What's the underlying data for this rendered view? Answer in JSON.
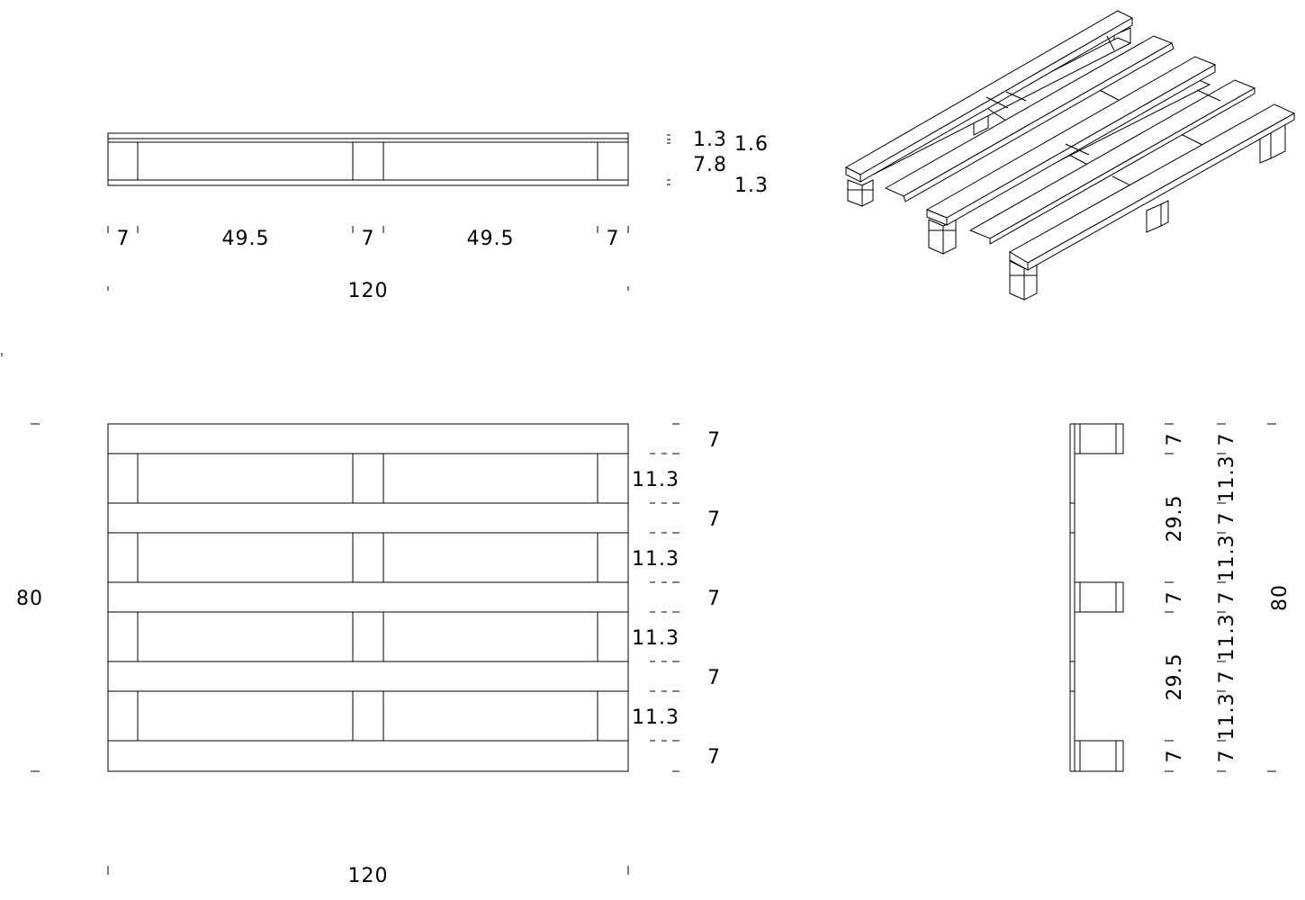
{
  "front_view": {
    "dims_bottom": [
      "7",
      "49.5",
      "7",
      "49.5",
      "7"
    ],
    "overall_length": "120",
    "heights": [
      "1.3",
      "1.6",
      "7.8",
      "1.3"
    ]
  },
  "top_view": {
    "dims_right": [
      "7",
      "11.3",
      "7",
      "11.3",
      "7",
      "11.3",
      "7",
      "11.3",
      "7"
    ],
    "overall_width": "80",
    "overall_length": "120"
  },
  "side_view": {
    "col1": [
      "7",
      "29.5",
      "7",
      "29.5",
      "7"
    ],
    "col2": [
      "7",
      "11.3",
      "7",
      "11.3",
      "7",
      "11.3",
      "7",
      "11.3",
      "7"
    ],
    "overall": "80"
  }
}
